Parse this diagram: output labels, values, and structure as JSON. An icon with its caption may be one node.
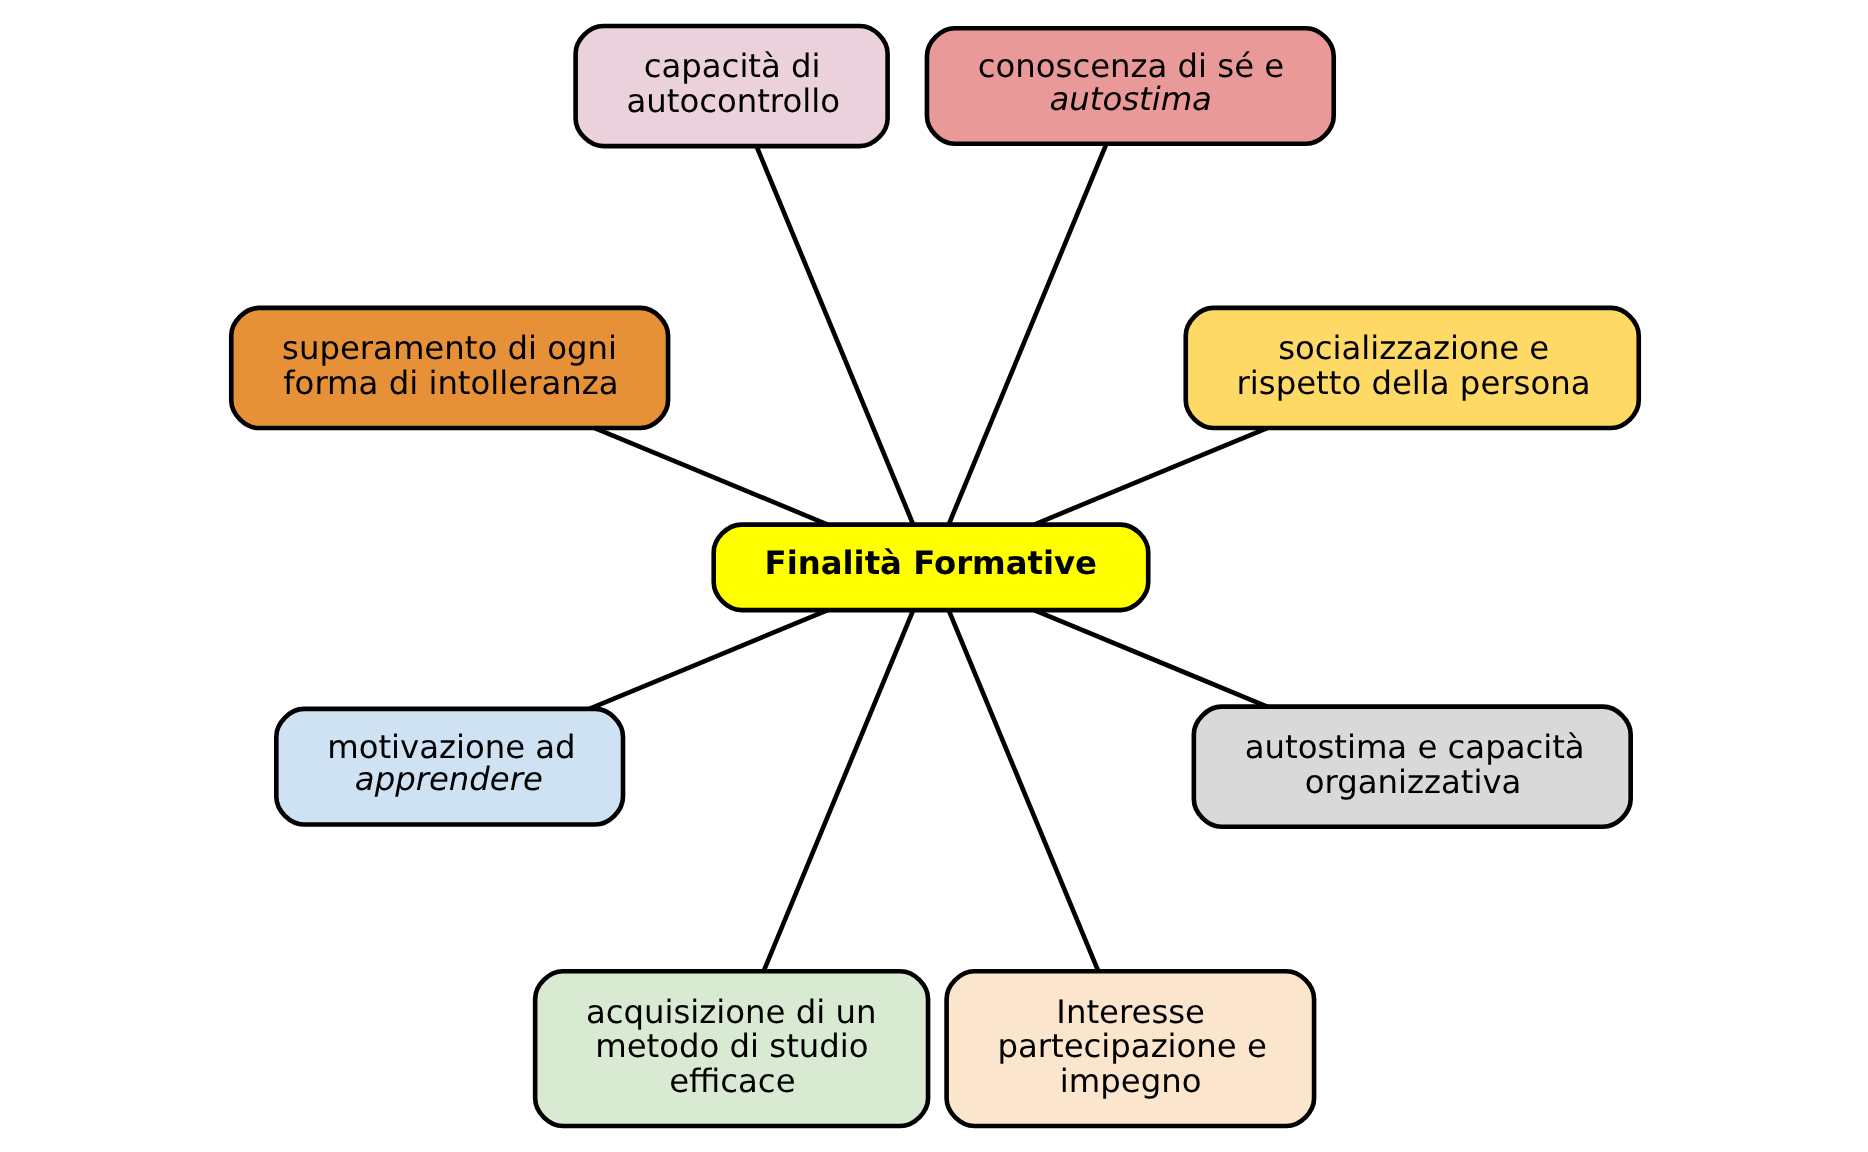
{
  "diagram": {
    "nodes": [
      {
        "text": [
          "**Finalità Formative**"
        ]
      },
      {
        "text": [
          "socializzazione e rispetto della persona"
        ]
      },
      {
        "text": [
          "conoscenza di sé e *autostima*"
        ]
      },
      {
        "text": [
          "capacità di autocontrollo"
        ]
      },
      {
        "text": [
          "superamento di ogni forma di intolleranza"
        ]
      },
      {
        "text": [
          "motivazione ad *apprendere*"
        ]
      },
      {
        "text": [
          "acquisizione di un metodo di studio efficace"
        ]
      },
      {
        "text": [
          "Interesse partecipazione e impegno"
        ]
      },
      {
        "text": [
          "autostima e capacità organizzativa"
        ]
      }
    ],
    "edges": [
      {
        "from": 0,
        "to": 1,
        "arrow": "none"
      },
      {
        "from": 0,
        "to": 2,
        "arrow": "none"
      },
      {
        "from": 0,
        "to": 3,
        "arrow": "none"
      },
      {
        "from": 0,
        "to": 4,
        "arrow": "none"
      },
      {
        "from": 0,
        "to": 5,
        "arrow": "none"
      },
      {
        "from": 0,
        "to": 6,
        "arrow": "none"
      },
      {
        "from": 0,
        "to": 7,
        "arrow": "none"
      },
      {
        "from": 0,
        "to": 8,
        "arrow": "none"
      }
    ]
  }
}
